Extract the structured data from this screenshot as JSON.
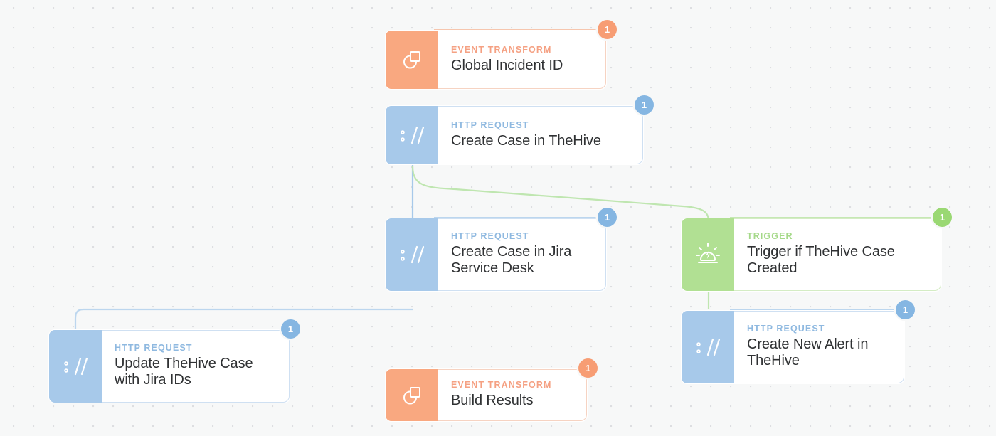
{
  "canvas": {
    "background_color": "#f7f8f8",
    "grid": "dot-grid",
    "grid_dot_color": "#dcdde0"
  },
  "palette": {
    "orange": "#f9a880",
    "orange_badge": "#f79d74",
    "orange_label": "#f5a183",
    "blue": "#a7c9ea",
    "blue_badge": "#85b6e2",
    "blue_label": "#8fb9e0",
    "green": "#b1e093",
    "green_badge": "#9ad873",
    "green_label": "#a5d989",
    "card_background": "#ffffff",
    "title_color": "#2f3133"
  },
  "nodes": [
    {
      "id": "global-incident-id",
      "kind": "EVENT TRANSFORM",
      "title": "Global Incident ID",
      "color": "orange",
      "icon": "event-transform-icon",
      "badge": "1"
    },
    {
      "id": "create-case-thehive",
      "kind": "HTTP REQUEST",
      "title": "Create Case in TheHive",
      "color": "blue",
      "icon": "http-request-icon",
      "badge": "1"
    },
    {
      "id": "create-case-jira",
      "kind": "HTTP REQUEST",
      "title": "Create Case in Jira Service Desk",
      "color": "blue",
      "icon": "http-request-icon",
      "badge": "1"
    },
    {
      "id": "trigger-thehive-case-created",
      "kind": "TRIGGER",
      "title": "Trigger if TheHive Case Created",
      "color": "green",
      "icon": "trigger-siren-icon",
      "badge": "1"
    },
    {
      "id": "create-new-alert-thehive",
      "kind": "HTTP REQUEST",
      "title": "Create New Alert in TheHive",
      "color": "blue",
      "icon": "http-request-icon",
      "badge": "1"
    },
    {
      "id": "update-thehive-case",
      "kind": "HTTP REQUEST",
      "title": "Update TheHive Case with Jira IDs",
      "color": "blue",
      "icon": "http-request-icon",
      "badge": "1"
    },
    {
      "id": "build-results",
      "kind": "EVENT TRANSFORM",
      "title": "Build Results",
      "color": "orange",
      "icon": "event-transform-icon",
      "badge": "1"
    }
  ],
  "edges": [
    {
      "from": "top-of-canvas",
      "to": "global-incident-id"
    },
    {
      "from": "global-incident-id",
      "to": "create-case-thehive"
    },
    {
      "from": "create-case-thehive",
      "to": "create-case-jira"
    },
    {
      "from": "create-case-thehive",
      "to": "trigger-thehive-case-created"
    },
    {
      "from": "trigger-thehive-case-created",
      "to": "create-new-alert-thehive"
    },
    {
      "from": "create-case-jira",
      "to": "update-thehive-case"
    },
    {
      "from": "create-case-jira",
      "to": "build-results"
    }
  ]
}
